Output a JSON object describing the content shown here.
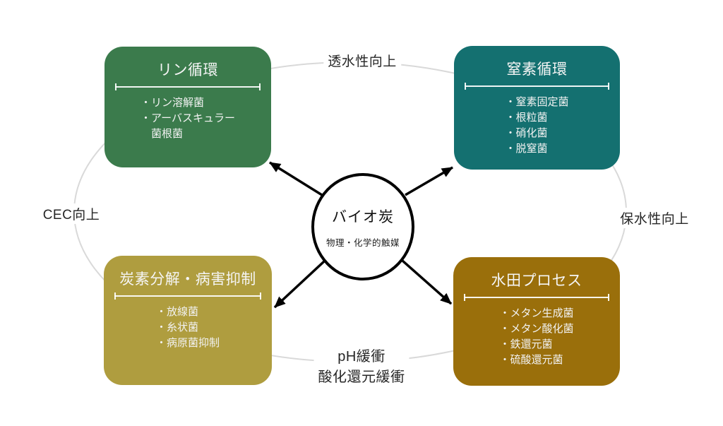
{
  "center": {
    "title": "バイオ炭",
    "subtitle": "物理・化学的触媒"
  },
  "nodes": [
    {
      "id": "phosphorus-cycle",
      "title": "リン循環",
      "items": [
        "リン溶解菌",
        "アーバスキュラー\n菌根菌"
      ]
    },
    {
      "id": "nitrogen-cycle",
      "title": "窒素循環",
      "items": [
        "窒素固定菌",
        "根粒菌",
        "硝化菌",
        "脱窒菌"
      ]
    },
    {
      "id": "carbon-decomposition-disease-suppression",
      "title": "炭素分解・病害抑制",
      "items": [
        "放線菌",
        "糸状菌",
        "病原菌抑制"
      ]
    },
    {
      "id": "paddy-process",
      "title": "水田プロセス",
      "items": [
        "メタン生成菌",
        "メタン酸化菌",
        "鉄還元菌",
        "硫酸還元菌"
      ]
    }
  ],
  "edge_labels": {
    "top": "透水性向上",
    "left": "CEC向上",
    "right": "保水性向上",
    "bottom_line1": "pH緩衝",
    "bottom_line2": "酸化還元緩衝"
  },
  "colors": {
    "phosphorus_box": "#3B7B4C",
    "nitrogen_box": "#147070",
    "carbon_box": "#AF9D3F",
    "paddy_box": "#9A6F0B",
    "ellipse_stroke": "#D9D9D9",
    "arrow": "#000000",
    "box_text": "#F2F2F2",
    "label_text": "#262626"
  }
}
